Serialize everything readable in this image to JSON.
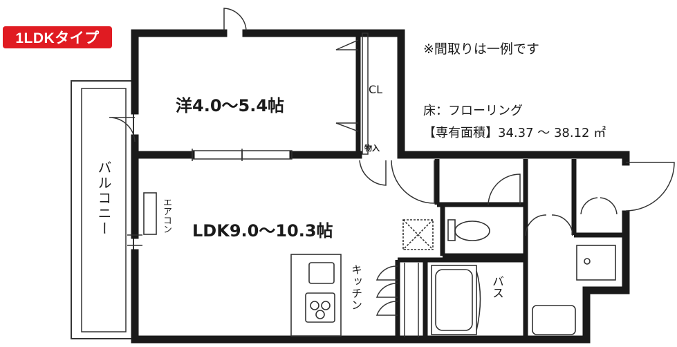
{
  "header": {
    "type_badge": "1LDKタイプ",
    "note": "※間取りは一例です",
    "floor_material": "床：フローリング",
    "area_label": "【専有面積】34.37 ～ 38.12 ㎡"
  },
  "rooms": {
    "western": "洋4.0～5.4帖",
    "ldk": "LDK9.0～10.3帖",
    "closet": "CL",
    "storage": "物入",
    "balcony": "バルコニー",
    "aircon": "エアコン",
    "kitchen": "キッチン",
    "bath": "バス"
  },
  "colors": {
    "badge": "#e01b22",
    "wall": "#1a1a1a",
    "line": "#333333",
    "background": "#ffffff"
  }
}
